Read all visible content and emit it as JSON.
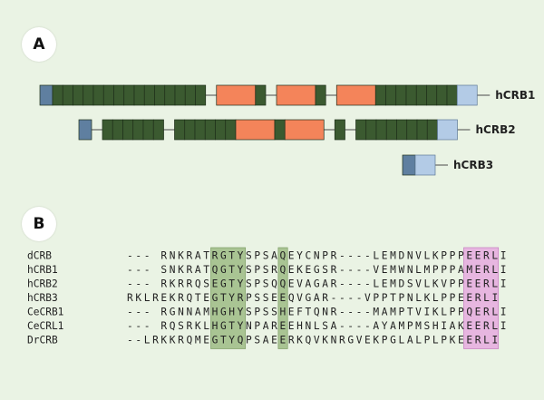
{
  "panels": {
    "a_label": "A",
    "b_label": "B"
  },
  "colors": {
    "background": "#eaf3e4",
    "egf_domain": "#3b5a30",
    "lamg_domain": "#f4845a",
    "signal_peptide": "#5f7fa0",
    "tm_domain": "#b3cbe6",
    "highlight_green": "#a9c493",
    "highlight_pink": "#e7b6e0"
  },
  "proteins": [
    {
      "name": "hCRB1",
      "segments": [
        "signal",
        "egf",
        "egf",
        "egf",
        "egf",
        "egf",
        "egf",
        "egf",
        "egf",
        "egf",
        "egf",
        "egf",
        "egf",
        "egf",
        "egf",
        "egf",
        "gap",
        "lamg",
        "egf",
        "gap",
        "lamg",
        "egf",
        "gap",
        "lamg",
        "egf",
        "egf",
        "egf",
        "egf",
        "egf",
        "egf",
        "egf",
        "egf",
        "tm"
      ]
    },
    {
      "name": "hCRB2",
      "segments": [
        "signal",
        "gap",
        "egf",
        "egf",
        "egf",
        "egf",
        "egf",
        "egf",
        "gap",
        "egf",
        "egf",
        "egf",
        "egf",
        "egf",
        "egf",
        "lamg",
        "egf",
        "lamg",
        "gap",
        "egf",
        "gap",
        "egf",
        "egf",
        "egf",
        "egf",
        "egf",
        "egf",
        "egf",
        "egf",
        "tm"
      ]
    },
    {
      "name": "hCRB3",
      "segments": [
        "signal",
        "tm"
      ]
    }
  ],
  "alignment": [
    {
      "name": "dCRB",
      "seq": "--- RNKRATRGTYSPSAQEYCNPR----LEMDNVLKPPPEERLI"
    },
    {
      "name": "hCRB1",
      "seq": "--- SNKRATQGTYSPSRQEKEGSR----VEMWNLMPPPAMERLI"
    },
    {
      "name": "hCRB2",
      "seq": "--- RKRRQSEGTYSPSQQEVAGAR----LEMDSVLKVPPEERLI"
    },
    {
      "name": "hCRB3",
      "seq": "RKLREKRQTEGTYRPSSEEQVGAR----VPPTPNLKLPPEERLI"
    },
    {
      "name": "CeCRB1",
      "seq": "--- RGNNAMHGHYSPSSHEFTQNR----MAMPTVIKLPPQERLI"
    },
    {
      "name": "CeCRL1",
      "seq": "--- RQSRKLHGTYNPAREEHNLSA----AYAMPMSHIAKEERLI"
    },
    {
      "name": "DrCRB",
      "seq": "--LRKKRQMEGTYQPSAEERKQVKNRGVEKPGLALPLPKEERLI"
    }
  ]
}
